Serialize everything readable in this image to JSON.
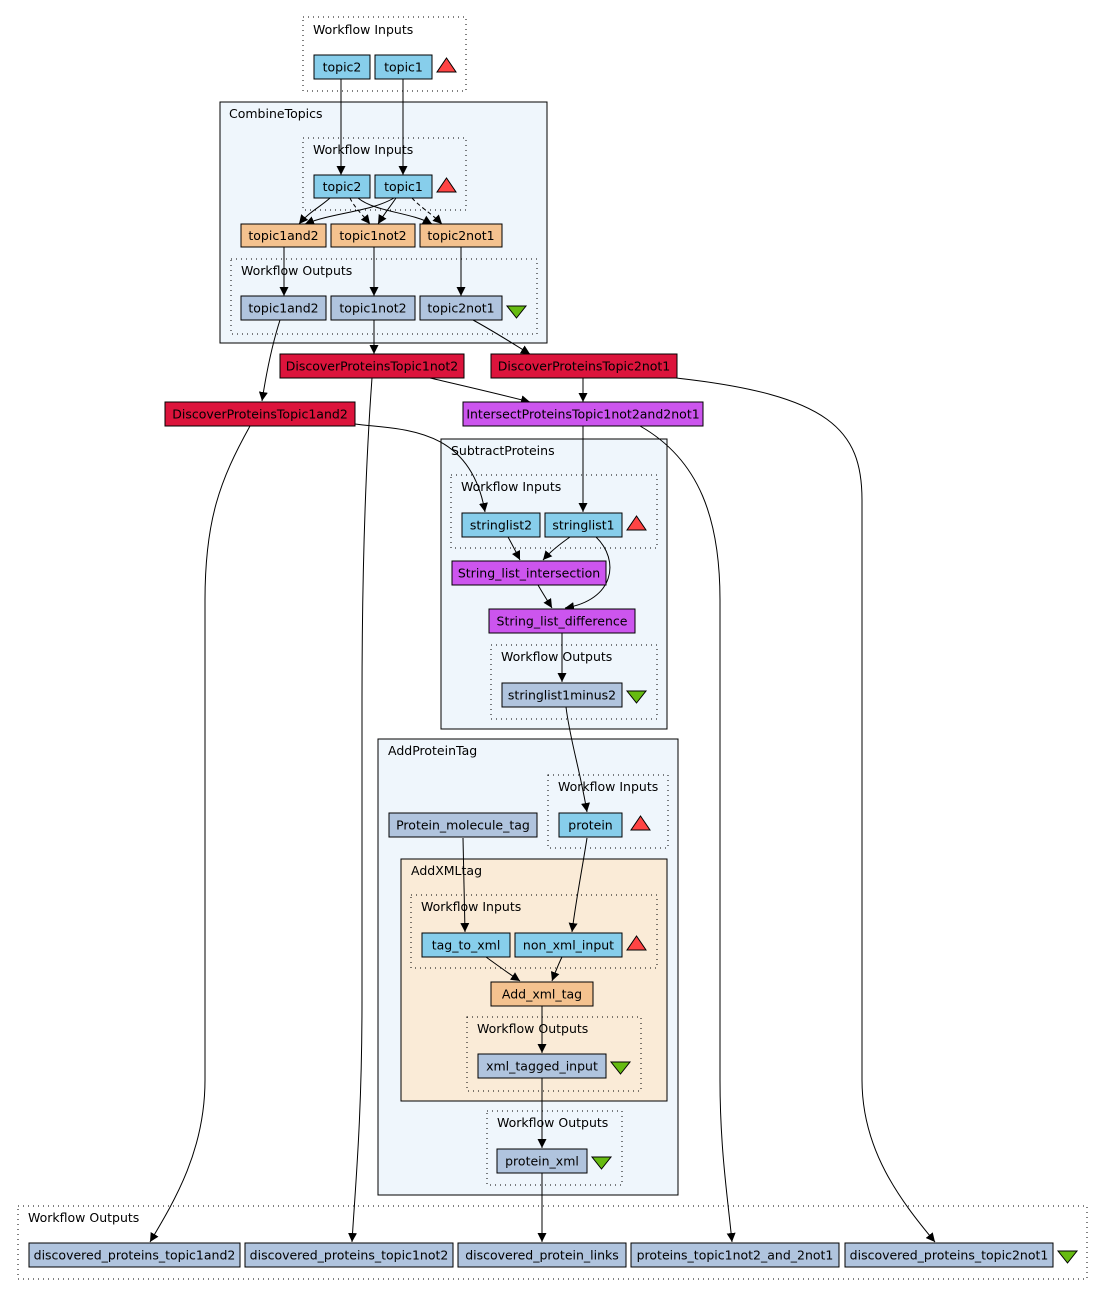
{
  "colors": {
    "input": "#87ceeb",
    "output": "#b0c4de",
    "processor_beige": "#f4c28f",
    "processor_red": "#dc143c",
    "processor_purple": "#cc55ee",
    "constant": "#b0c4de",
    "subworkflow_blue": "#eff6fc",
    "subworkflow_beige": "#faebd7",
    "triangle_up": "#ff4444",
    "triangle_down": "#66bb11"
  },
  "clusters": {
    "workflow_inputs": "Workflow Inputs",
    "combine_topics": "CombineTopics",
    "combine_inputs": "Workflow Inputs",
    "combine_outputs": "Workflow Outputs",
    "subtract_proteins": "SubtractProteins",
    "subtract_inputs": "Workflow Inputs",
    "subtract_outputs": "Workflow Outputs",
    "add_protein_tag": "AddProteinTag",
    "apt_inputs": "Workflow Inputs",
    "add_xml_tag": "AddXMLtag",
    "axt_inputs": "Workflow Inputs",
    "axt_outputs": "Workflow Outputs",
    "apt_outputs": "Workflow Outputs",
    "workflow_outputs": "Workflow Outputs"
  },
  "nodes": {
    "in_topic2": "topic2",
    "in_topic1": "topic1",
    "ct_in_topic2": "topic2",
    "ct_in_topic1": "topic1",
    "ct_topic1and2": "topic1and2",
    "ct_topic1not2": "topic1not2",
    "ct_topic2not1": "topic2not1",
    "ct_out_topic1and2": "topic1and2",
    "ct_out_topic1not2": "topic1not2",
    "ct_out_topic2not1": "topic2not1",
    "dp_topic1not2": "DiscoverProteinsTopic1not2",
    "dp_topic2not1": "DiscoverProteinsTopic2not1",
    "dp_topic1and2": "DiscoverProteinsTopic1and2",
    "intersect": "IntersectProteinsTopic1not2and2not1",
    "sp_stringlist2": "stringlist2",
    "sp_stringlist1": "stringlist1",
    "sp_intersection": "String_list_intersection",
    "sp_difference": "String_list_difference",
    "sp_out": "stringlist1minus2",
    "apt_protein": "protein",
    "apt_tag": "Protein_molecule_tag",
    "axt_tag_to_xml": "tag_to_xml",
    "axt_non_xml_input": "non_xml_input",
    "axt_add_xml_tag": "Add_xml_tag",
    "axt_out": "xml_tagged_input",
    "apt_out": "protein_xml",
    "out_topic1and2": "discovered_proteins_topic1and2",
    "out_topic1not2": "discovered_proteins_topic1not2",
    "out_links": "discovered_protein_links",
    "out_topic1not2_and_2not1": "proteins_topic1not2_and_2not1",
    "out_topic2not1": "discovered_proteins_topic2not1"
  },
  "markers": [
    "triangle-up-icon",
    "triangle-down-icon"
  ]
}
